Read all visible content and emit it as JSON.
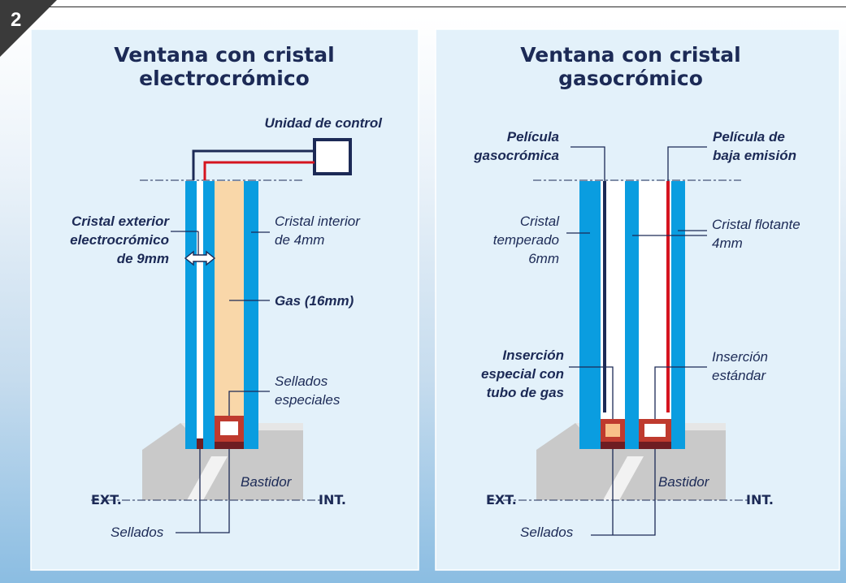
{
  "figure_number": "2",
  "left_panel": {
    "title_line1": "Ventana con cristal",
    "title_line2": "electrocrómico",
    "control_unit": "Unidad de control",
    "exterior_glass": [
      "Cristal exterior",
      "electrocrómico",
      "de 9mm"
    ],
    "interior_glass": [
      "Cristal interior",
      "de 4mm"
    ],
    "gas": "Gas (16mm)",
    "special_seals": [
      "Sellados",
      "especiales"
    ],
    "frame": "Bastidor",
    "ext": "EXT.",
    "int": "INT.",
    "seals": "Sellados"
  },
  "right_panel": {
    "title_line1": "Ventana con cristal",
    "title_line2": "gasocrómico",
    "gasochromic_film": [
      "Película",
      "gasocrómica"
    ],
    "low_e_film": [
      "Película de",
      "baja emisión"
    ],
    "tempered_glass": [
      "Cristal",
      "temperado",
      "6mm"
    ],
    "float_glass": [
      "Cristal flotante",
      "4mm"
    ],
    "special_insert": [
      "Inserción",
      "especial con",
      "tubo de gas"
    ],
    "standard_insert": [
      "Inserción",
      "estándar"
    ],
    "frame": "Bastidor",
    "ext": "EXT.",
    "int": "INT.",
    "seals": "Sellados"
  },
  "colors": {
    "glass": "#0a9de0",
    "gas": "#f9d7a9",
    "panel": "#e3f1fa",
    "frame": "#c9c9c9",
    "seal": "#bf3a2e",
    "seal_dark": "#6e1d22",
    "text": "#1c2a56",
    "red_wire": "#d5141f"
  }
}
